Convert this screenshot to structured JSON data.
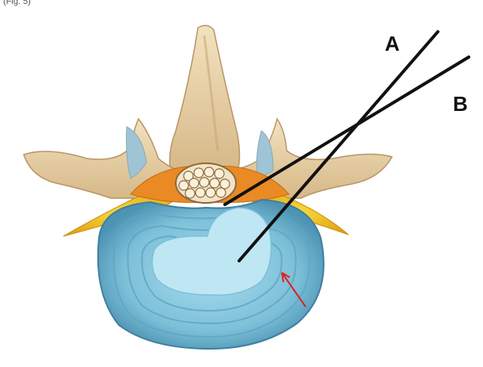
{
  "corner_text": "(Fig. 5)",
  "labels": {
    "needle_a": "A",
    "needle_b": "B"
  },
  "colors": {
    "bone": "#e9d3a8",
    "bone_shadow": "#c9a876",
    "annulus": "#7cc0d8",
    "nucleus": "#b6e2f1",
    "ligament": "#f4c21c",
    "nerve_orange": "#e98a24",
    "needle": "#111111",
    "arrow": "#e02020"
  }
}
